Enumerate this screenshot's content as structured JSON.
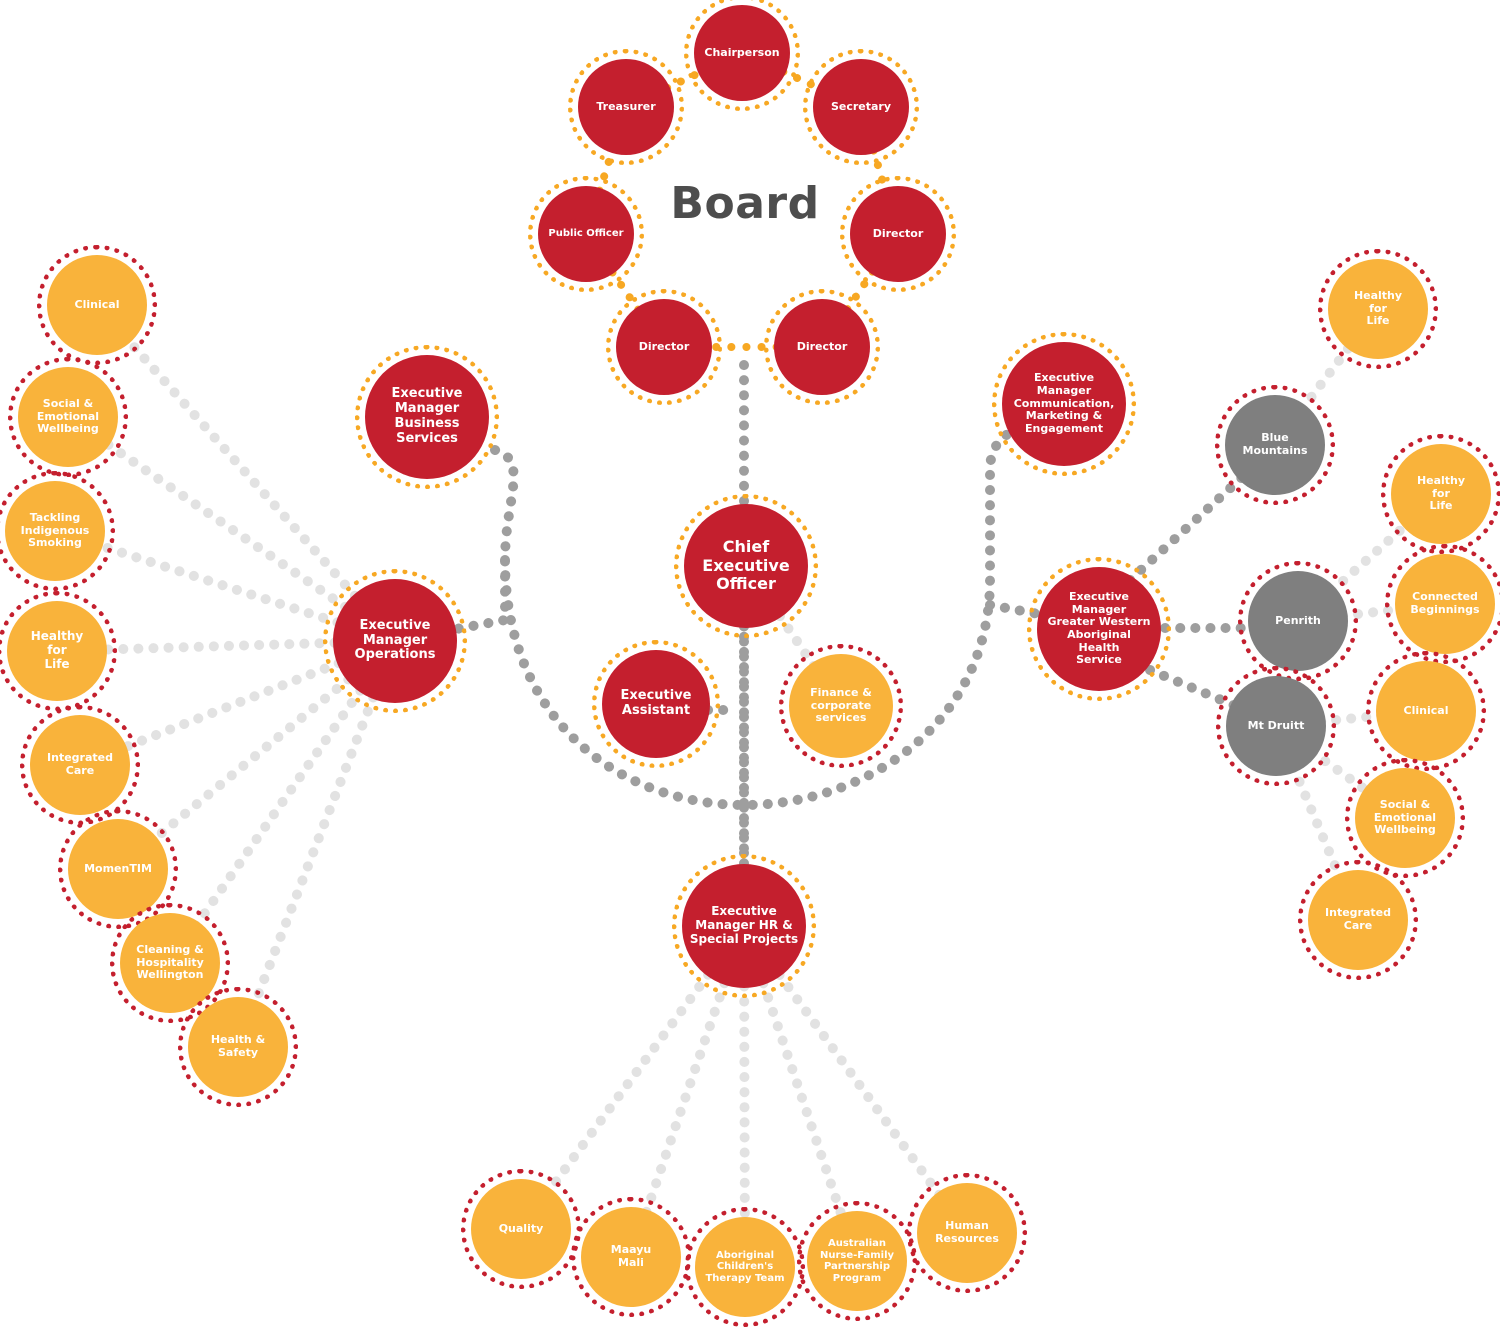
{
  "board": {
    "title": "Board"
  },
  "colors": {
    "primary_red": "#c41f2e",
    "accent_orange": "#f9b33b",
    "ring_orange": "#f7a823",
    "neutral_grey": "#7f7f7f",
    "link_dark": "#9e9e9e",
    "link_light": "#e2e2e2"
  },
  "nodes": [
    {
      "id": "chairperson",
      "label": "Chairperson",
      "style": "board"
    },
    {
      "id": "secretary",
      "label": "Secretary",
      "style": "board"
    },
    {
      "id": "treasurer",
      "label": "Treasurer",
      "style": "board"
    },
    {
      "id": "public-officer",
      "label": "Public Officer",
      "style": "board"
    },
    {
      "id": "director-right",
      "label": "Director",
      "style": "board"
    },
    {
      "id": "director-bottom-left",
      "label": "Director",
      "style": "board"
    },
    {
      "id": "director-bottom-right",
      "label": "Director",
      "style": "board"
    },
    {
      "id": "ceo",
      "label": "Chief\nExecutive\nOfficer",
      "style": "exec"
    },
    {
      "id": "executive-assistant",
      "label": "Executive\nAssistant",
      "style": "exec"
    },
    {
      "id": "finance-corporate",
      "label": "Finance &\ncorporate\nservices",
      "style": "program"
    },
    {
      "id": "em-business-services",
      "label": "Executive\nManager\nBusiness\nServices",
      "style": "exec"
    },
    {
      "id": "em-operations",
      "label": "Executive\nManager\nOperations",
      "style": "exec"
    },
    {
      "id": "em-communication",
      "label": "Executive\nManager\nCommunication,\nMarketing &\nEngagement",
      "style": "exec"
    },
    {
      "id": "em-gwahs",
      "label": "Executive\nManager\nGreater Western\nAboriginal\nHealth\nService",
      "style": "exec"
    },
    {
      "id": "em-hr",
      "label": "Executive\nManager HR &\nSpecial Projects",
      "style": "exec"
    },
    {
      "id": "ops-clinical",
      "label": "Clinical",
      "style": "program"
    },
    {
      "id": "ops-social-emotional",
      "label": "Social &\nEmotional\nWellbeing",
      "style": "program"
    },
    {
      "id": "ops-tackling-smoking",
      "label": "Tackling\nIndigenous\nSmoking",
      "style": "program"
    },
    {
      "id": "ops-healthy-for-life",
      "label": "Healthy\nfor\nLife",
      "style": "program"
    },
    {
      "id": "ops-integrated-care",
      "label": "Integrated\nCare",
      "style": "program"
    },
    {
      "id": "ops-momentim",
      "label": "MomenTIM",
      "style": "program"
    },
    {
      "id": "ops-cleaning",
      "label": "Cleaning &\nHospitality\nWellington",
      "style": "program"
    },
    {
      "id": "ops-health-safety",
      "label": "Health &\nSafety",
      "style": "program"
    },
    {
      "id": "hr-quality",
      "label": "Quality",
      "style": "program"
    },
    {
      "id": "hr-maayu-mali",
      "label": "Maayu\nMali",
      "style": "program"
    },
    {
      "id": "hr-act",
      "label": "Aboriginal\nChildren's\nTherapy Team",
      "style": "program"
    },
    {
      "id": "hr-anfpp",
      "label": "Australian\nNurse-Family\nPartnership\nProgram",
      "style": "program"
    },
    {
      "id": "hr-human-resources",
      "label": "Human\nResources",
      "style": "program"
    },
    {
      "id": "blue-mountains",
      "label": "Blue\nMountains",
      "style": "site"
    },
    {
      "id": "penrith",
      "label": "Penrith",
      "style": "site"
    },
    {
      "id": "mt-druitt",
      "label": "Mt Druitt",
      "style": "site"
    },
    {
      "id": "bm-healthy-for-life",
      "label": "Healthy\nfor\nLife",
      "style": "program"
    },
    {
      "id": "pen-healthy-for-life",
      "label": "Healthy\nfor\nLife",
      "style": "program"
    },
    {
      "id": "pen-connected-beginnings",
      "label": "Connected\nBeginnings",
      "style": "program"
    },
    {
      "id": "pen-clinical",
      "label": "Clinical",
      "style": "program"
    },
    {
      "id": "md-social-emotional",
      "label": "Social &\nEmotional\nWellbeing",
      "style": "program"
    },
    {
      "id": "md-integrated-care",
      "label": "Integrated\nCare",
      "style": "program"
    }
  ]
}
